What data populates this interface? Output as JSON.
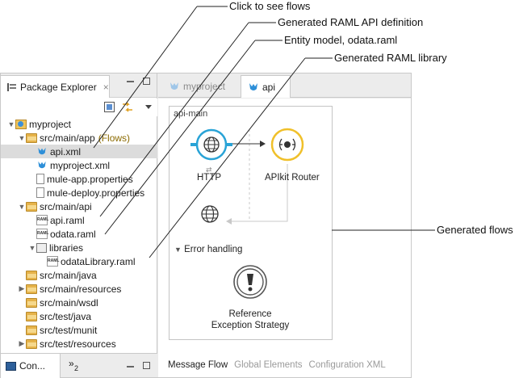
{
  "callouts": {
    "click_to_see_flows": "Click to see flows",
    "generated_raml_api": "Generated RAML API definition",
    "entity_model": "Entity model, odata.raml",
    "generated_raml_library": "Generated RAML library",
    "generated_flows": "Generated flows"
  },
  "package_explorer": {
    "tab_label": "Package Explorer",
    "close_symbol": "×",
    "tree": [
      {
        "label": "myproject",
        "depth": 0,
        "icon": "project-icon",
        "arrow": "▼"
      },
      {
        "label": "src/main/app",
        "suffix": "(Flows)",
        "depth": 1,
        "icon": "folder-open-icon",
        "arrow": "▼"
      },
      {
        "label": "api.xml",
        "depth": 2,
        "icon": "mule-flow-icon",
        "arrow": "",
        "selected": true
      },
      {
        "label": "myproject.xml",
        "depth": 2,
        "icon": "mule-flow-icon",
        "arrow": ""
      },
      {
        "label": "mule-app.properties",
        "depth": 2,
        "icon": "file-icon",
        "arrow": ""
      },
      {
        "label": "mule-deploy.properties",
        "depth": 2,
        "icon": "file-icon",
        "arrow": ""
      },
      {
        "label": "src/main/api",
        "depth": 1,
        "icon": "folder-open-icon",
        "arrow": "▼"
      },
      {
        "label": "api.raml",
        "depth": 2,
        "icon": "raml-file-icon",
        "arrow": ""
      },
      {
        "label": "odata.raml",
        "depth": 2,
        "icon": "raml-file-icon",
        "arrow": ""
      },
      {
        "label": "libraries",
        "depth": 2,
        "icon": "libraries-icon",
        "arrow": "▼"
      },
      {
        "label": "odataLibrary.raml",
        "depth": 3,
        "icon": "raml-file-icon",
        "arrow": ""
      },
      {
        "label": "src/main/java",
        "depth": 1,
        "icon": "folder-icon",
        "arrow": ""
      },
      {
        "label": "src/main/resources",
        "depth": 1,
        "icon": "folder-icon",
        "arrow": "▶"
      },
      {
        "label": "src/main/wsdl",
        "depth": 1,
        "icon": "folder-icon",
        "arrow": ""
      },
      {
        "label": "src/test/java",
        "depth": 1,
        "icon": "folder-icon",
        "arrow": ""
      },
      {
        "label": "src/test/munit",
        "depth": 1,
        "icon": "folder-icon",
        "arrow": ""
      },
      {
        "label": "src/test/resources",
        "depth": 1,
        "icon": "folder-icon",
        "arrow": "▶"
      }
    ]
  },
  "console": {
    "tab_label": "Con...",
    "overflow_label": "»",
    "overflow_count": "2"
  },
  "editor": {
    "tabs": [
      {
        "label": "myproject",
        "active": false
      },
      {
        "label": "api",
        "active": true
      }
    ],
    "flow_name": "api-main",
    "http_label": "HTTP",
    "router_label": "APIkit Router",
    "error_handling_label": "Error handling",
    "reference_label_line1": "Reference",
    "reference_label_line2": "Exception Strategy",
    "bottom_tabs": [
      "Message Flow",
      "Global Elements",
      "Configuration XML"
    ]
  },
  "colors": {
    "http_ring": "#29a3d6",
    "router_ring": "#f0c02a",
    "selected_row": "#dcdcdc"
  }
}
